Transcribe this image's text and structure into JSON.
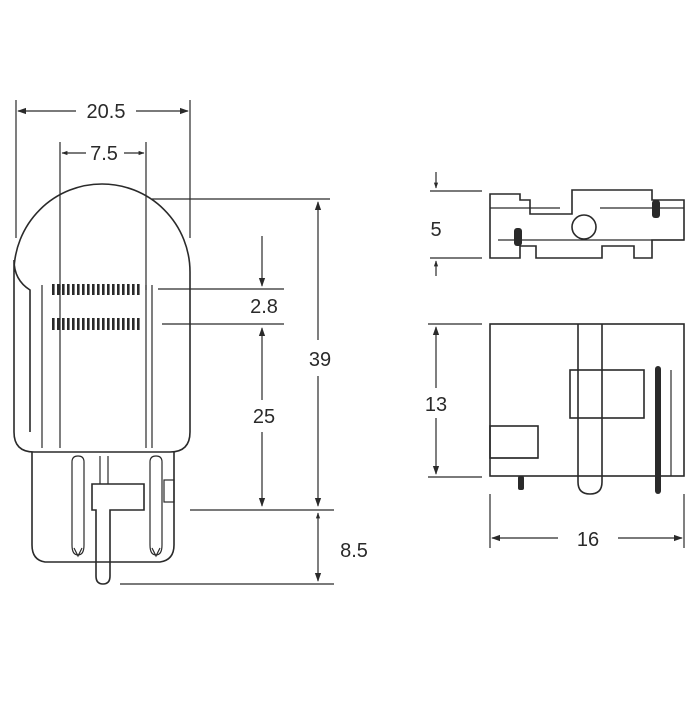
{
  "dimensions": {
    "bulb_width": "20.5",
    "filament_spacing": "7.5",
    "filament_gap": "2.8",
    "lower_filament_height": "25",
    "bulb_overall_height": "39",
    "base_height": "8.5",
    "base_top_thickness": "5",
    "base_side_height": "13",
    "base_side_width": "16"
  },
  "colors": {
    "line": "#2a2a2a",
    "background": "#ffffff"
  }
}
